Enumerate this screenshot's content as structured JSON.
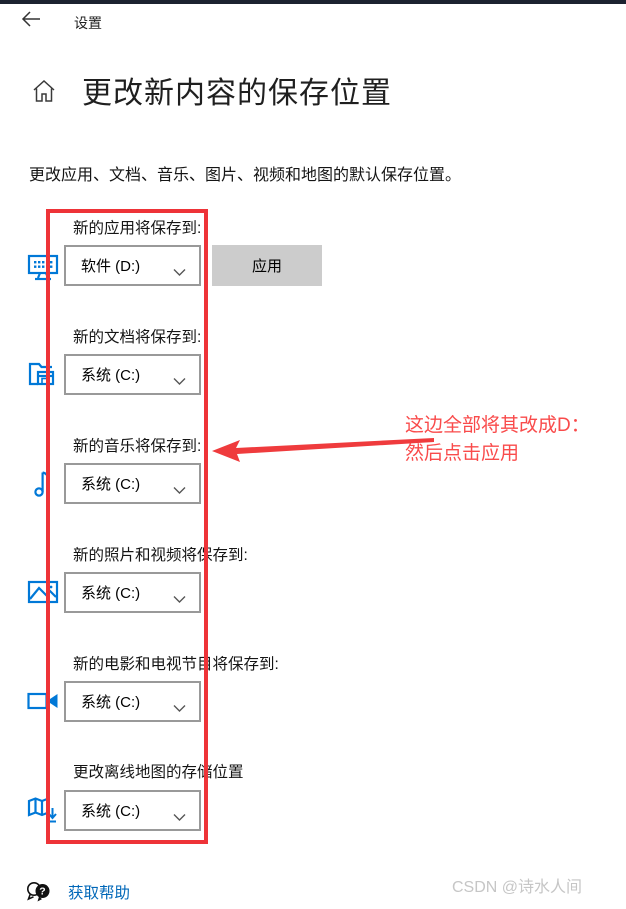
{
  "window": {
    "back_icon": "left-arrow",
    "app_title": "设置"
  },
  "page": {
    "title": "更改新内容的保存位置",
    "subtitle": "更改应用、文档、音乐、图片、视频和地图的默认保存位置。"
  },
  "apply_button_label": "应用",
  "sections": [
    {
      "label": "新的应用将保存到:",
      "value": "软件 (D:)",
      "icon": "apps-monitor-icon"
    },
    {
      "label": "新的文档将保存到:",
      "value": "系统 (C:)",
      "icon": "documents-folder-icon"
    },
    {
      "label": "新的音乐将保存到:",
      "value": "系统 (C:)",
      "icon": "music-note-icon"
    },
    {
      "label": "新的照片和视频将保存到:",
      "value": "系统 (C:)",
      "icon": "photos-picture-icon"
    },
    {
      "label": "新的电影和电视节目将保存到:",
      "value": "系统 (C:)",
      "icon": "video-camera-icon"
    },
    {
      "label": "更改离线地图的存储位置",
      "value": "系统 (C:)",
      "icon": "map-download-icon"
    }
  ],
  "help": {
    "label": "获取帮助"
  },
  "annotation": {
    "note_line1": "这边全部将其改成D：",
    "note_line2": "然后点击应用"
  },
  "watermark": "CSDN @诗水人间",
  "colors": {
    "accent_blue": "#0078d7",
    "link_blue": "#0067b8",
    "annotation_red": "#ee3338",
    "annotation_text_red": "#f94b4b",
    "apply_button_gray": "#cccccc",
    "dropdown_border_gray": "#999999",
    "topbar_dark": "#1c2230"
  }
}
